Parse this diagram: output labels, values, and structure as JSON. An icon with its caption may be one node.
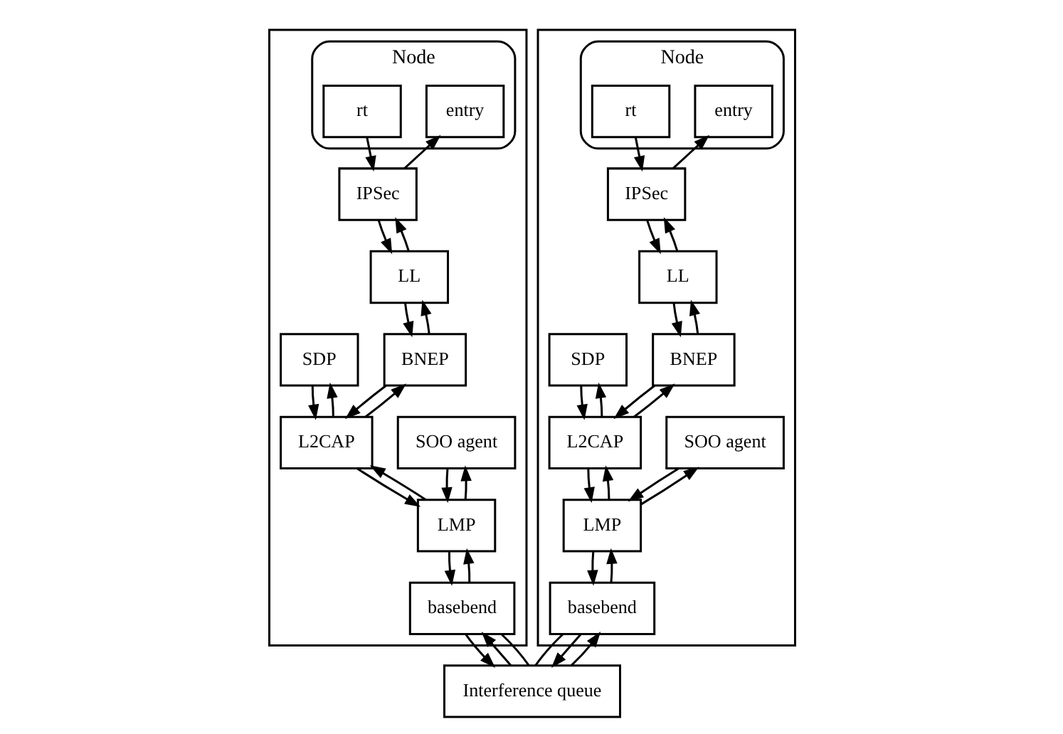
{
  "diagram": {
    "nodes": [
      {
        "text": [],
        "shape": "box"
      },
      {
        "text": [
          "Node"
        ],
        "in": 0
      },
      {
        "text": [
          "entry"
        ],
        "in": 1
      },
      {
        "text": [
          "rt"
        ],
        "in": 1
      },
      {
        "text": [
          "IPSec"
        ],
        "in": 0
      },
      {
        "text": [
          "LL"
        ],
        "in": 0
      },
      {
        "text": [
          "SOO agent"
        ],
        "in": 0
      },
      {
        "text": [
          "SDP"
        ],
        "in": 0
      },
      {
        "text": [
          "BNEP"
        ],
        "in": 0
      },
      {
        "text": [
          "L2CAP"
        ],
        "in": 0
      },
      {
        "text": [
          "LMP"
        ],
        "in": 0
      },
      {
        "text": [
          "basebend"
        ],
        "in": 0
      },
      {
        "text": [],
        "shape": "box"
      },
      {
        "text": [
          "Node"
        ],
        "in": 12
      },
      {
        "text": [
          "entry"
        ],
        "in": 13
      },
      {
        "text": [
          "rt"
        ],
        "in": 13
      },
      {
        "text": [
          "IPSec"
        ],
        "in": 12
      },
      {
        "text": [
          "LL"
        ],
        "in": 12
      },
      {
        "text": [
          "SOO agent"
        ],
        "in": 12
      },
      {
        "text": [
          "SDP"
        ],
        "in": 12
      },
      {
        "text": [
          "BNEP"
        ],
        "in": 12
      },
      {
        "text": [
          "L2CAP"
        ],
        "in": 12
      },
      {
        "text": [
          "LMP"
        ],
        "in": 12
      },
      {
        "text": [
          "basebend"
        ],
        "in": 12
      },
      {
        "text": [
          "Interference queue"
        ]
      }
    ],
    "edges": [
      {
        "from": 4,
        "to": 2,
        "arrow": "to"
      },
      {
        "from": 3,
        "to": 4,
        "arrow": "to"
      },
      {
        "from": 4,
        "to": 5,
        "arrow": "to"
      },
      {
        "from": 5,
        "to": 4,
        "arrow": "to"
      },
      {
        "from": 5,
        "to": 8,
        "arrow": "to"
      },
      {
        "from": 8,
        "to": 5,
        "arrow": "to"
      },
      {
        "from": 9,
        "to": 7,
        "arrow": "to"
      },
      {
        "from": 7,
        "to": 9,
        "arrow": "to"
      },
      {
        "from": 8,
        "to": 9,
        "arrow": "to"
      },
      {
        "from": 9,
        "to": 8,
        "arrow": "to"
      },
      {
        "from": 6,
        "to": 10,
        "arrow": "to"
      },
      {
        "from": 10,
        "to": 6,
        "arrow": "to"
      },
      {
        "from": 9,
        "to": 10,
        "arrow": "to"
      },
      {
        "from": 10,
        "to": 9,
        "arrow": "to"
      },
      {
        "from": 10,
        "to": 11,
        "arrow": "to"
      },
      {
        "from": 11,
        "to": 10,
        "arrow": "to"
      },
      {
        "from": 11,
        "to": 24,
        "arrow": "to"
      },
      {
        "from": 24,
        "to": 11,
        "arrow": "to"
      },
      {
        "from": 11,
        "to": 24,
        "arrow": "none"
      },
      {
        "from": 16,
        "to": 14,
        "arrow": "to"
      },
      {
        "from": 15,
        "to": 16,
        "arrow": "to"
      },
      {
        "from": 16,
        "to": 17,
        "arrow": "to"
      },
      {
        "from": 17,
        "to": 16,
        "arrow": "to"
      },
      {
        "from": 17,
        "to": 20,
        "arrow": "to"
      },
      {
        "from": 20,
        "to": 17,
        "arrow": "to"
      },
      {
        "from": 21,
        "to": 19,
        "arrow": "to"
      },
      {
        "from": 19,
        "to": 21,
        "arrow": "to"
      },
      {
        "from": 20,
        "to": 21,
        "arrow": "to"
      },
      {
        "from": 21,
        "to": 20,
        "arrow": "to"
      },
      {
        "from": 18,
        "to": 22,
        "arrow": "to"
      },
      {
        "from": 22,
        "to": 18,
        "arrow": "to"
      },
      {
        "from": 21,
        "to": 22,
        "arrow": "to"
      },
      {
        "from": 22,
        "to": 21,
        "arrow": "to"
      },
      {
        "from": 22,
        "to": 23,
        "arrow": "to"
      },
      {
        "from": 23,
        "to": 22,
        "arrow": "to"
      },
      {
        "from": 23,
        "to": 24,
        "arrow": "none"
      },
      {
        "from": 23,
        "to": 24,
        "arrow": "to"
      },
      {
        "from": 24,
        "to": 23,
        "arrow": "to"
      }
    ]
  }
}
